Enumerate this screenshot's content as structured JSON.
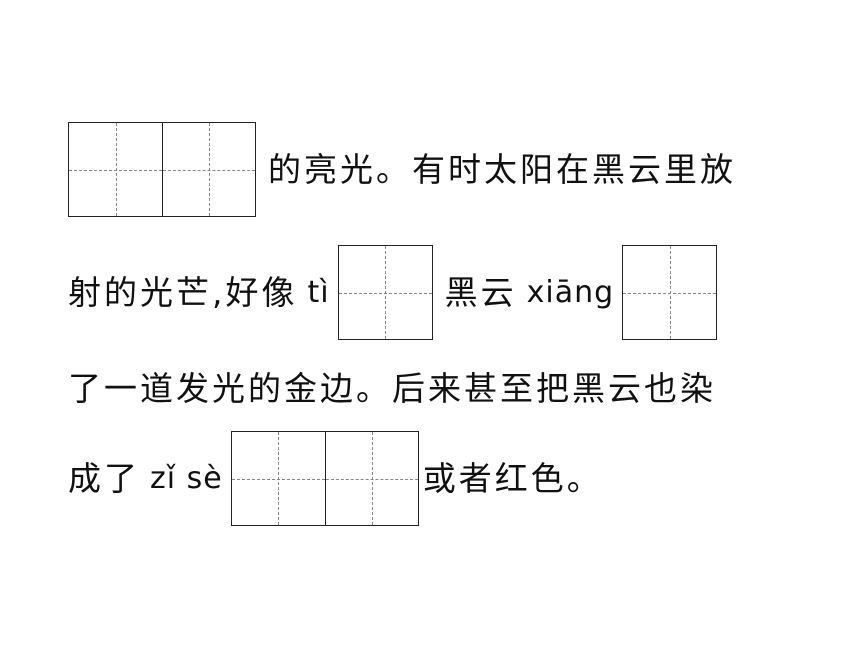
{
  "passage": {
    "line1": {
      "text": "的亮光。有时太阳在黑云里放"
    },
    "line2": {
      "text_a": "射的光芒,好像",
      "pinyin_a": "tì",
      "text_b": "黑云",
      "pinyin_b": "xiāng"
    },
    "line3": {
      "text": "了一道发光的金边。后来甚至把黑云也染"
    },
    "line4": {
      "text_a": "成了",
      "pinyin_a": "zǐ sè",
      "text_b": "或者红色。"
    }
  }
}
